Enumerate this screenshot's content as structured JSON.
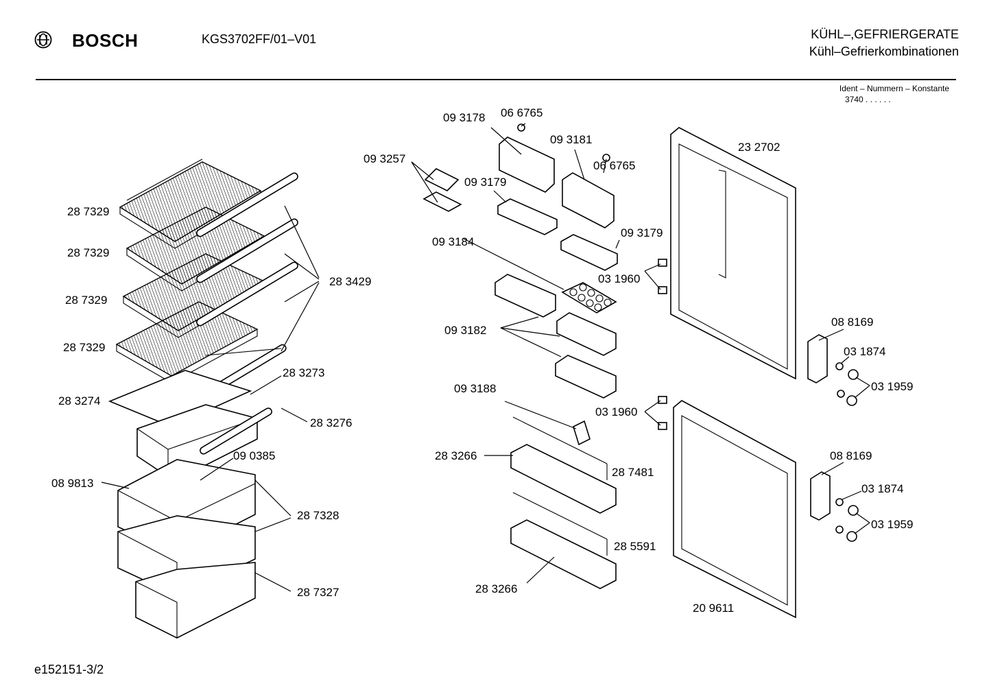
{
  "header": {
    "brand": "BOSCH",
    "model": "KGS3702FF/01–V01",
    "category_line1": "KÜHL–,GEFRIERGERATE",
    "category_line2": "Kühl–Gefrierkombinationen",
    "ident_label": "Ident – Nummern – Konstante",
    "ident_value": "3740  .  .   .  .  .  ."
  },
  "footer": {
    "drawing_id": "e152151-3/2"
  },
  "parts": {
    "shelf_1": "28 7329",
    "shelf_2": "28 7329",
    "shelf_3": "28 7329",
    "shelf_4": "28 7329",
    "shelf_trim": "28 3429",
    "glass_plate": "28 3274",
    "crisper_cover": "28 3273",
    "crisper_trim": "28 3276",
    "ice_scoop": "09 0385",
    "ice_tray": "08 9813",
    "drawer_upper": "28 7328",
    "drawer_lower": "28 7327",
    "butter_lid": "09 3178",
    "screw_top_1": "06 6765",
    "lid_2": "09 3181",
    "screw_top_2": "06 6765",
    "small_box": "09 3257",
    "shelf_small_1": "09 3179",
    "shelf_small_2": "09 3179",
    "egg_tray": "09 3184",
    "hinge_pin_upper": "03 1960",
    "door_bins": "09 3182",
    "clip": "09 3188",
    "hinge_pin_lower": "03 1960",
    "door_shelf_upper": "28 3266",
    "bar_upper": "28 7481",
    "bar_lower": "28 5591",
    "door_shelf_lower": "28 3266",
    "door_upper": "23 2702",
    "door_lower": "20 9611",
    "handle_upper": "08 8169",
    "screw_handle_upper": "03 1874",
    "cap_upper": "03 1959",
    "handle_lower": "08 8169",
    "screw_handle_lower": "03 1874",
    "cap_lower": "03 1959"
  }
}
